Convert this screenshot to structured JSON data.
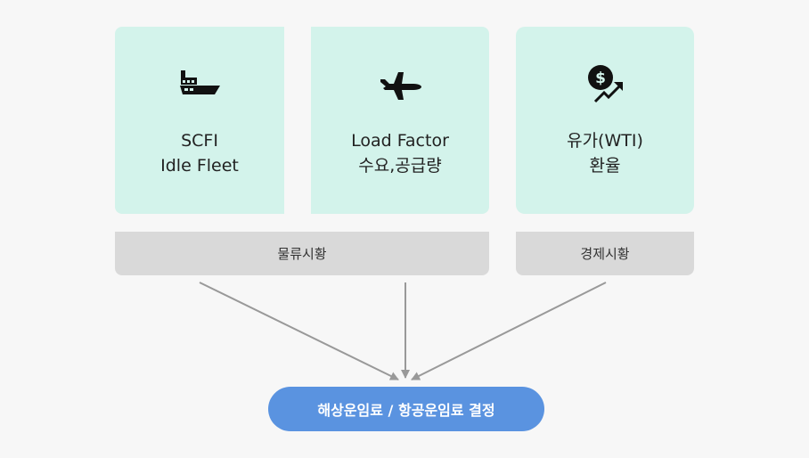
{
  "cards": [
    {
      "icon": "ship-icon",
      "lines": [
        "SCFI",
        "Idle Fleet"
      ]
    },
    {
      "icon": "airplane-icon",
      "lines": [
        "Load Factor",
        "수요,공급량"
      ]
    },
    {
      "icon": "dollar-coin-trend-up-icon",
      "lines": [
        "유가(WTI)",
        "환율"
      ]
    }
  ],
  "groups": {
    "logistics": "물류시황",
    "economy": "경제시황"
  },
  "result": "해상운임료 / 항공운임료 결정",
  "colors": {
    "card_bg": "#d3f3eb",
    "bar_bg": "#d9d9d9",
    "arrow": "#999999",
    "result_bg": "#5a93e0",
    "result_text": "#ffffff"
  }
}
